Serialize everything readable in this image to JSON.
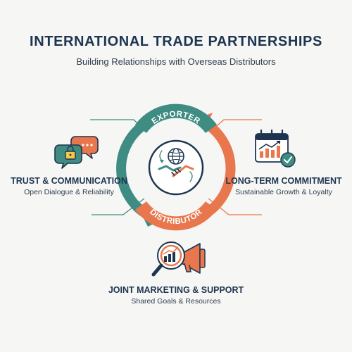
{
  "header": {
    "title": "INTERNATIONAL TRADE PARTNERSHIPS",
    "subtitle": "Building Relationships with Overseas Distributors"
  },
  "cycle": {
    "top_label": "EXPORTER",
    "bottom_label": "DISTRIBUTOR",
    "colors": {
      "teal": "#3f8c82",
      "orange": "#e9774d",
      "navy": "#1d3550"
    }
  },
  "blocks": [
    {
      "id": "trust",
      "title": "TRUST & COMMUNICATION",
      "subtitle": "Open Dialogue & Reliability",
      "icon": "chat-lock-icon"
    },
    {
      "id": "commitment",
      "title": "LONG-TERM COMMITMENT",
      "subtitle": "Sustainable Growth & Loyalty",
      "icon": "calendar-growth-icon"
    },
    {
      "id": "marketing",
      "title": "JOINT MARKETING & SUPPORT",
      "subtitle": "Shared Goals & Resources",
      "icon": "megaphone-chart-icon"
    }
  ]
}
